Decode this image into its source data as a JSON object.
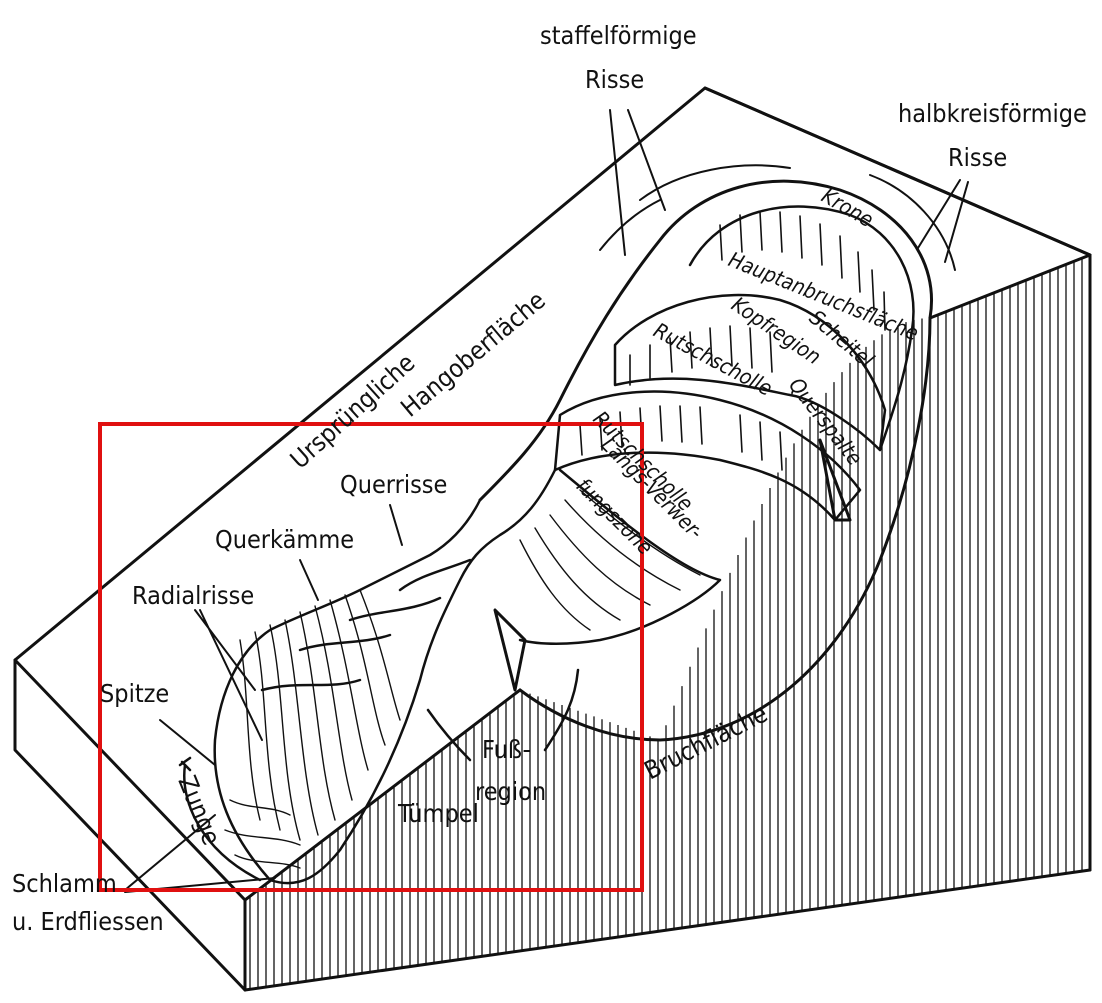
{
  "labels": {
    "staffel_line1": "staffelförmige",
    "staffel_line2": "Risse",
    "halbkreis_line1": "halbkreisförmige",
    "halbkreis_line2": "Risse",
    "krone": "Krone",
    "hauptanbruch": "Hauptanbruchsfläche",
    "scheitel": "Scheitel",
    "kopfregion": "Kopfregion",
    "querspalte": "Querspalte",
    "rutschscholle_upper": "Rutschscholle",
    "rutschscholle_lower": "Rutschscholle",
    "laengs_line1": "Längs-Verwer-",
    "laengs_line2": "fungszone",
    "urspruengliche": "Ursprüngliche",
    "hangoberflaeche": "Hangoberfläche",
    "querrisse": "Querrisse",
    "querkaemme": "Querkämme",
    "radialrisse": "Radialrisse",
    "spitze": "Spitze",
    "zunge": "Zunge",
    "fuss_line1": "Fuß-",
    "fuss_line2": "region",
    "tuempel": "Tümpel",
    "bruchflaeche": "Bruchfläche",
    "schlamm_line1": "Schlamm",
    "schlamm_line2": "u. Erdfliessen"
  },
  "colors": {
    "ink": "#111111",
    "background": "#ffffff",
    "highlight_box": "#e01010"
  }
}
